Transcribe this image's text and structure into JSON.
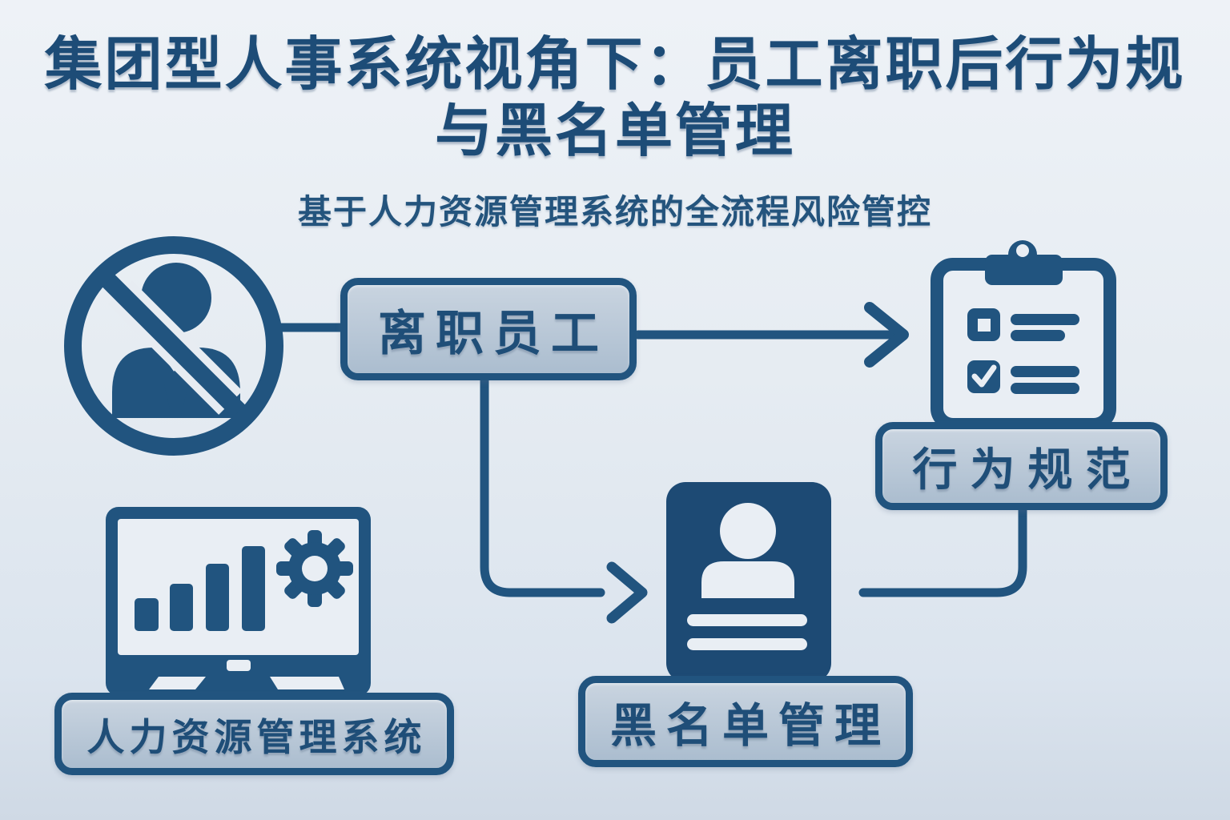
{
  "page": {
    "title_line1": "集团型人事系统视角下：员工离职后行为规",
    "title_line2": "与黑名单管理",
    "subtitle": "基于人力资源管理系统的全流程风险管控"
  },
  "nodes": {
    "departed_employee": {
      "label": "离职员工"
    },
    "behavior_norms": {
      "label": "行为规范"
    },
    "blacklist_management": {
      "label": "黑名单管理"
    },
    "hr_system": {
      "label": "人力资源管理系统"
    }
  },
  "edges": [
    {
      "from": "banned-employee-icon",
      "to": "离职员工",
      "type": "line"
    },
    {
      "from": "离职员工",
      "to": "行为规范",
      "type": "arrow"
    },
    {
      "from": "离职员工",
      "to": "黑名单管理",
      "type": "elbow-arrow"
    },
    {
      "from": "行为规范",
      "to": "黑名单管理",
      "type": "elbow-line"
    },
    {
      "from": "人力资源管理系统",
      "to": "黑名单管理",
      "type": "adjacent"
    }
  ],
  "icons": {
    "banned_employee": "banned-employee-icon",
    "checklist_clipboard": "checklist-clipboard-icon",
    "blacklist_profile_card": "profile-card-icon",
    "hr_monitor": "monitor-bar-chart-icon",
    "gear": "gear-icon"
  },
  "colors": {
    "primary_blue": "#21547f",
    "deep_blue": "#1d4a74",
    "title_blue": "#1d4c77",
    "node_fill_top": "#c9d4e0",
    "node_fill_bottom": "#abbdcf",
    "background_top": "#eef2f7",
    "background_bottom": "#cfd9e5",
    "icon_light": "#e9eef4"
  }
}
